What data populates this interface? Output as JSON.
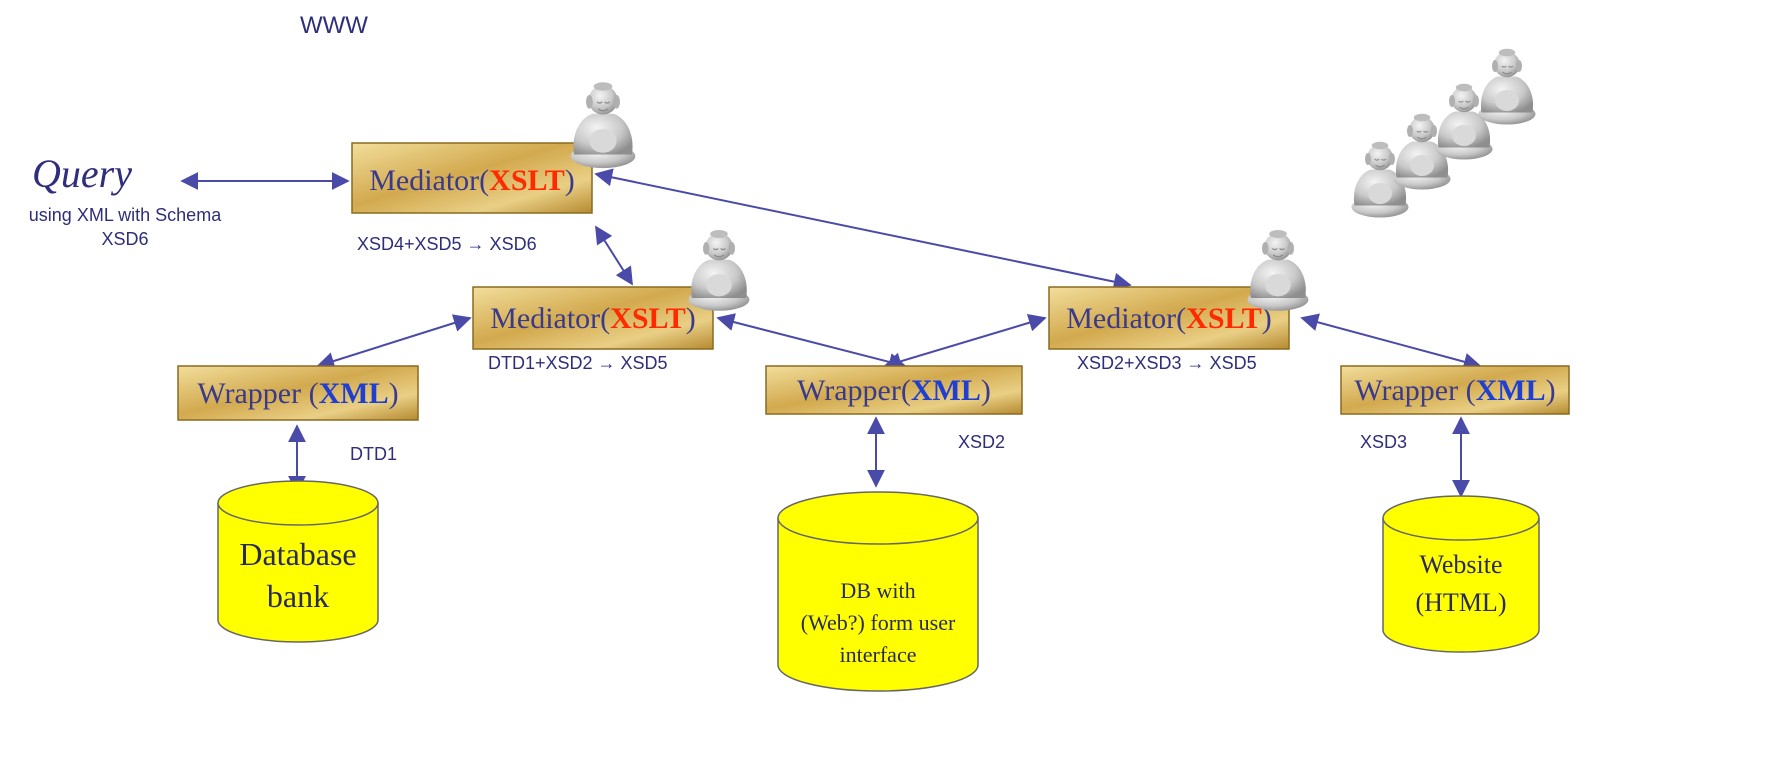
{
  "top_text": "WWW",
  "query": {
    "title": "Query",
    "line1": "using XML with Schema",
    "line2": "XSD6"
  },
  "mediators": [
    {
      "prefix": "Mediator(",
      "highlight": "XSLT",
      "suffix": ")",
      "schema": "XSD4+XSD5 → XSD6"
    },
    {
      "prefix": "Mediator(",
      "highlight": "XSLT",
      "suffix": ")",
      "schema": "DTD1+XSD2 → XSD5"
    },
    {
      "prefix": "Mediator(",
      "highlight": "XSLT",
      "suffix": ")",
      "schema": "XSD2+XSD3 → XSD5"
    }
  ],
  "wrappers": [
    {
      "prefix": "Wrapper (",
      "highlight": "XML",
      "suffix": ")",
      "schema": "DTD1"
    },
    {
      "prefix": "Wrapper(",
      "highlight": "XML",
      "suffix": ")",
      "schema": "XSD2"
    },
    {
      "prefix": "Wrapper (",
      "highlight": "XML",
      "suffix": ")",
      "schema": "XSD3"
    }
  ],
  "sources": [
    {
      "line1": "Database",
      "line2": "bank",
      "line3": ""
    },
    {
      "line1": "DB with",
      "line2": "(Web?) form user",
      "line3": "interface"
    },
    {
      "line1": "Website",
      "line2": "(HTML)",
      "line3": ""
    }
  ],
  "colors": {
    "box_gold": "#d8b860",
    "cylinder_yellow": "#ffff00",
    "arrow": "#4a4aa8",
    "xslt": "#ff2a00",
    "xml": "#1f3fd0"
  },
  "icons": [
    "buddha-statue-icon"
  ]
}
